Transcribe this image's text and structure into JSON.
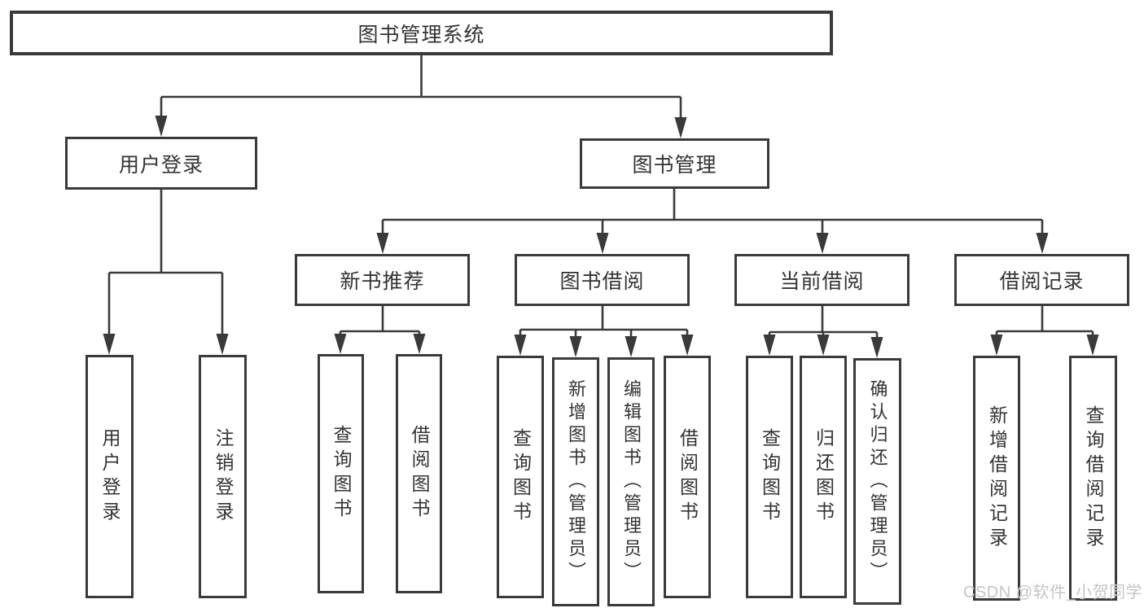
{
  "diagram": {
    "title": "图书管理系统",
    "nodes": {
      "root": "图书管理系统",
      "user_login": "用户登录",
      "book_management": "图书管理",
      "new_book_recommend": "新书推荐",
      "book_borrow": "图书借阅",
      "current_borrow": "当前借阅",
      "borrow_records": "借阅记录",
      "leaf_user_login": "用户登录",
      "leaf_logout": "注销登录",
      "leaf_nbr_query_books": "查询图书",
      "leaf_nbr_borrow_books": "借阅图书",
      "leaf_bb_query_books": "查询图书",
      "leaf_bb_add_books": "新增图书（管理员）",
      "leaf_bb_edit_books": "编辑图书（管理员）",
      "leaf_bb_borrow_books": "借阅图书",
      "leaf_cb_query_books": "查询图书",
      "leaf_cb_return_books": "归还图书",
      "leaf_cb_confirm_return": "确认归还（管理员）",
      "leaf_br_add_record": "新增借阅记录",
      "leaf_br_query_record": "查询借阅记录"
    },
    "edges": [
      {
        "from": "root",
        "to": [
          "user_login",
          "book_management"
        ]
      },
      {
        "from": "user_login",
        "to": [
          "leaf_user_login",
          "leaf_logout"
        ]
      },
      {
        "from": "book_management",
        "to": [
          "new_book_recommend",
          "book_borrow",
          "current_borrow",
          "borrow_records"
        ]
      },
      {
        "from": "new_book_recommend",
        "to": [
          "leaf_nbr_query_books",
          "leaf_nbr_borrow_books"
        ]
      },
      {
        "from": "book_borrow",
        "to": [
          "leaf_bb_query_books",
          "leaf_bb_add_books",
          "leaf_bb_edit_books",
          "leaf_bb_borrow_books"
        ]
      },
      {
        "from": "current_borrow",
        "to": [
          "leaf_cb_query_books",
          "leaf_cb_return_books",
          "leaf_cb_confirm_return"
        ]
      },
      {
        "from": "borrow_records",
        "to": [
          "leaf_br_add_record",
          "leaf_br_query_record"
        ]
      }
    ]
  },
  "watermark": "CSDN @软件_小贺同学",
  "colors": {
    "line": "#3a3a3a",
    "box_border": "#3a3a3a",
    "text": "#333333",
    "background": "#ffffff",
    "watermark": "#c6c6c6"
  }
}
